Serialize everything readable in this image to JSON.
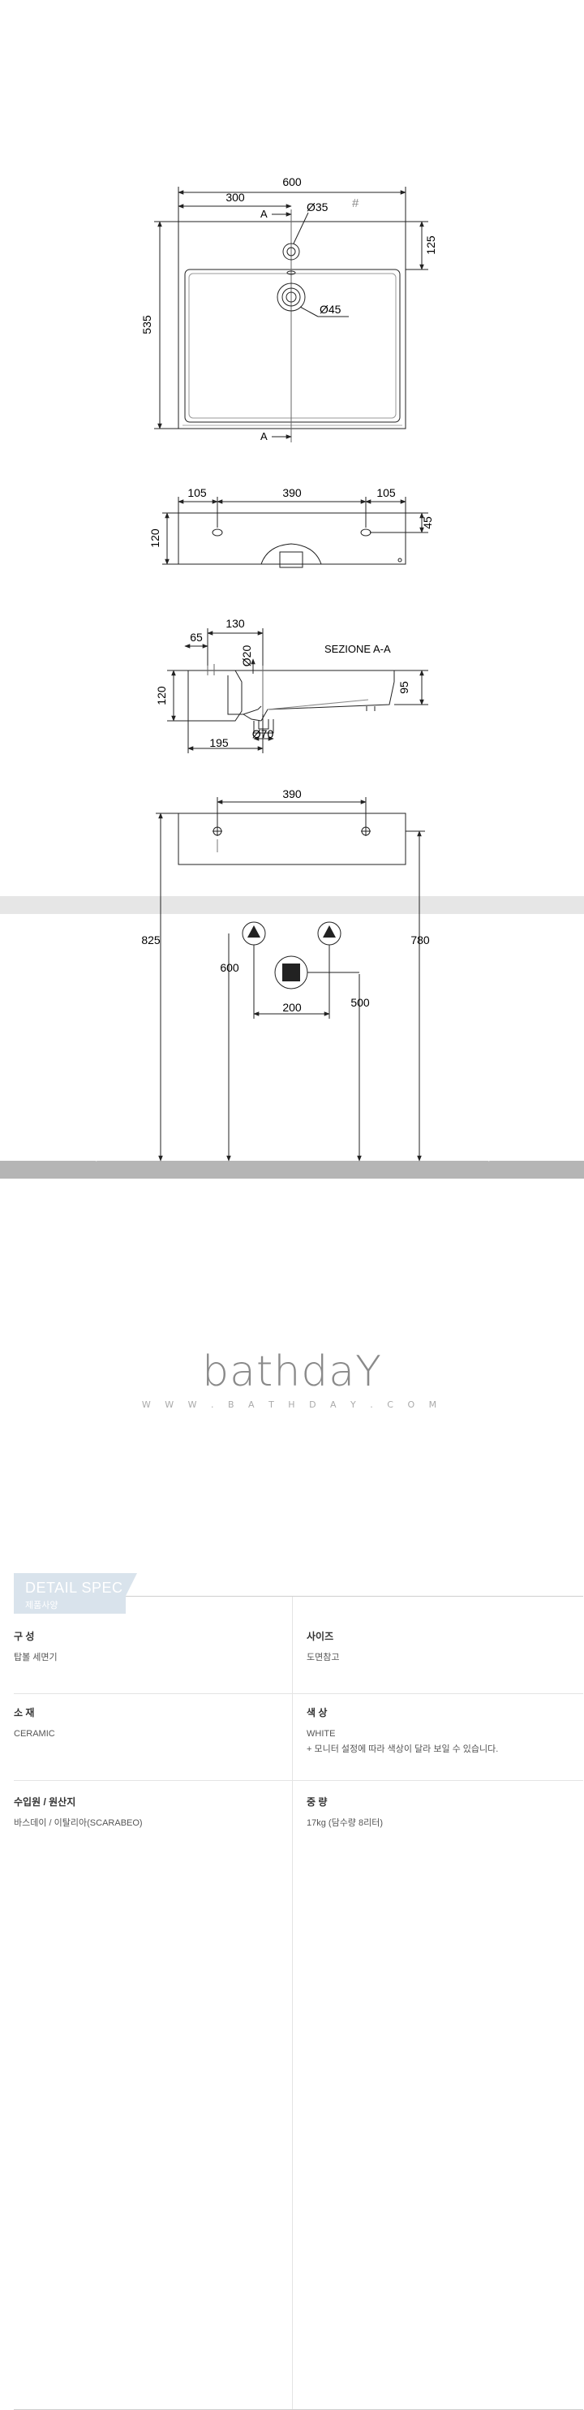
{
  "drawing": {
    "top_view": {
      "overall_width": "600",
      "half_width": "300",
      "depth": "535",
      "hole_offset": "125",
      "tap_hole": "Ø35",
      "drain_hole": "Ø45",
      "section_mark": "A",
      "hash": "#"
    },
    "front_view": {
      "left": "105",
      "center": "390",
      "right": "105",
      "height": "120",
      "hole_height": "45"
    },
    "section_view": {
      "title": "SEZIONE A-A",
      "w130": "130",
      "w65": "65",
      "d20": "Ø20",
      "h120": "120",
      "h95": "95",
      "d70": "Ø70",
      "w195": "195"
    },
    "install_view": {
      "span390": "390",
      "h825": "825",
      "h780": "780",
      "h600": "600",
      "h500": "500",
      "w200": "200"
    }
  },
  "logo": {
    "name": "bathdaY",
    "url": "W W W . B A T H D A Y . C O M"
  },
  "spec": {
    "title": "DETAIL SPEC",
    "subtitle": "제품사양",
    "rows": [
      {
        "left_label": "구 성",
        "left_value": "탑볼 세면기",
        "right_label": "사이즈",
        "right_value": "도면참고",
        "right_value2": ""
      },
      {
        "left_label": "소 재",
        "left_value": "CERAMIC",
        "right_label": "색 상",
        "right_value": "WHITE",
        "right_value2": "+ 모니터 설정에 따라 색상이 달라 보일 수 있습니다."
      },
      {
        "left_label": "수입원 / 원산지",
        "left_value": "바스데이 / 이탈리아(SCARABEO)",
        "right_label": "중 량",
        "right_value": "17kg (담수량 8리터)",
        "right_value2": ""
      }
    ]
  },
  "colors": {
    "line": "#222222",
    "gray_band": "#e6e6e6",
    "floor": "#b5b5b5",
    "tab": "#d9e3ec"
  }
}
